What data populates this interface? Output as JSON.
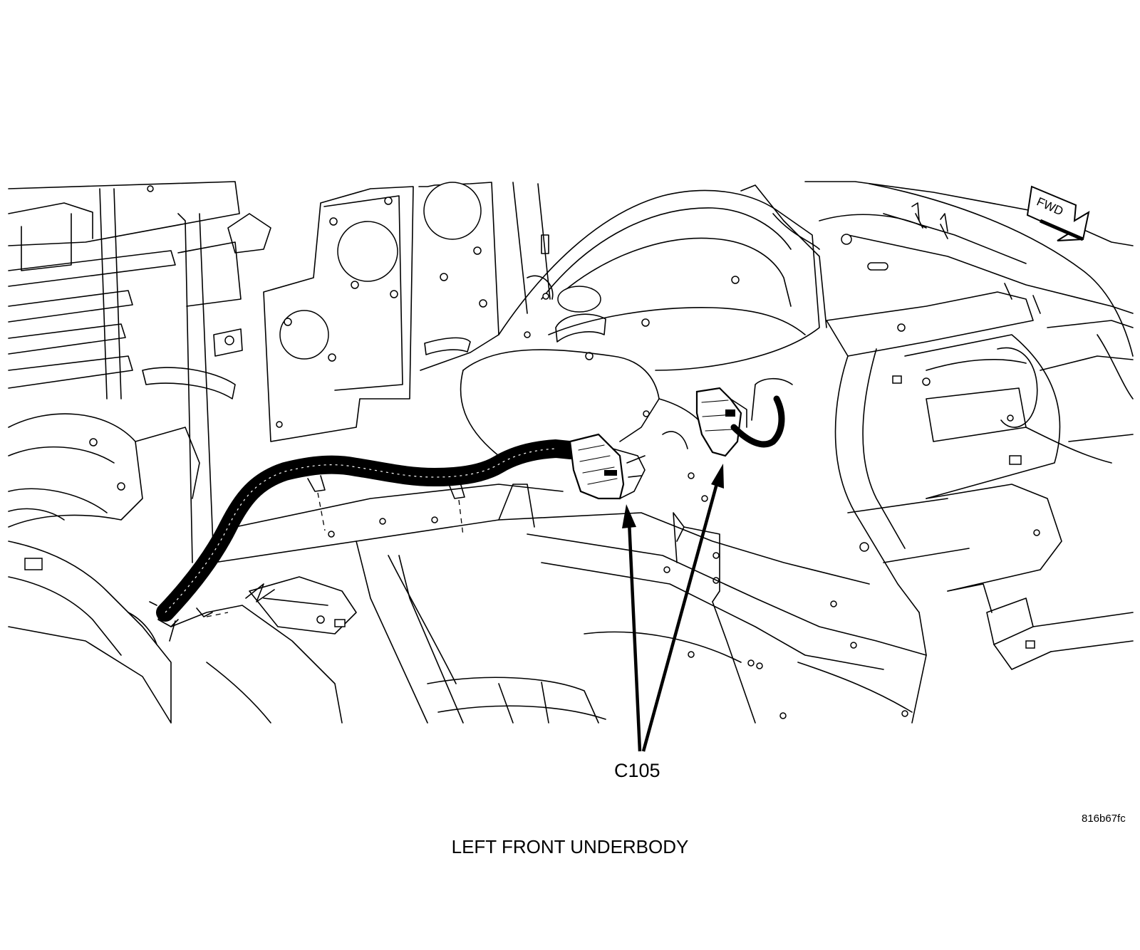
{
  "labels": {
    "connector_callout": "C105",
    "figure_id": "816b67fc",
    "caption": "LEFT FRONT UNDERBODY",
    "direction": "FWD"
  }
}
